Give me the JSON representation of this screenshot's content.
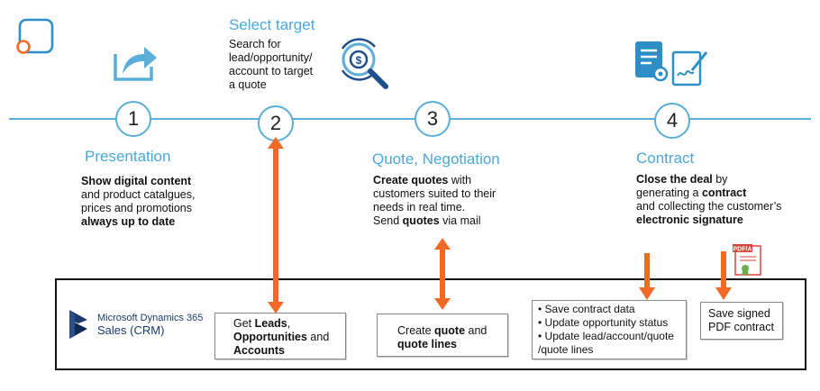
{
  "steps": [
    {
      "number": "1",
      "title": "Presentation",
      "body": [
        {
          "text": "Show digital content",
          "bold": true
        },
        {
          "text": "and product catalgues,",
          "bold": false
        },
        {
          "text": "prices and promotions",
          "bold": false
        },
        {
          "text": "always up to date",
          "bold": true
        }
      ]
    },
    {
      "number": "2",
      "title": "Select target",
      "body": [
        {
          "text": "Search for",
          "bold": false
        },
        {
          "text": "lead/opportunity/",
          "bold": false
        },
        {
          "text": "account to target",
          "bold": false
        },
        {
          "text": "a quote",
          "bold": false
        }
      ]
    },
    {
      "number": "3",
      "title": "Quote, Negotiation",
      "body": [
        {
          "parts": [
            {
              "text": "Create quotes",
              "bold": true
            },
            {
              "text": " with",
              "bold": false
            }
          ]
        },
        {
          "parts": [
            {
              "text": "customers suited to their",
              "bold": false
            }
          ]
        },
        {
          "parts": [
            {
              "text": "needs in real time.",
              "bold": false
            }
          ]
        },
        {
          "parts": [
            {
              "text": "Send ",
              "bold": false
            },
            {
              "text": "quotes",
              "bold": true
            },
            {
              "text": " via mail",
              "bold": false
            }
          ]
        }
      ]
    },
    {
      "number": "4",
      "title": "Contract",
      "body": [
        {
          "parts": [
            {
              "text": "Close the deal",
              "bold": true
            },
            {
              "text": " by",
              "bold": false
            }
          ]
        },
        {
          "parts": [
            {
              "text": "generating a ",
              "bold": false
            },
            {
              "text": "contract",
              "bold": true
            }
          ]
        },
        {
          "parts": [
            {
              "text": "and collecting the customer’s",
              "bold": false
            }
          ]
        },
        {
          "parts": [
            {
              "text": "electronic signature",
              "bold": true
            }
          ]
        }
      ]
    }
  ],
  "crm": {
    "brand": "Microsoft Dynamics 365",
    "product": "Sales (CRM)"
  },
  "notes": {
    "leads": [
      {
        "parts": [
          {
            "text": "Get ",
            "bold": false
          },
          {
            "text": "Leads",
            "bold": true
          },
          {
            "text": ",",
            "bold": false
          }
        ]
      },
      {
        "parts": [
          {
            "text": "Opportunities",
            "bold": true
          },
          {
            "text": " and",
            "bold": false
          }
        ]
      },
      {
        "parts": [
          {
            "text": "Accounts",
            "bold": true
          }
        ]
      }
    ],
    "quote": [
      {
        "parts": [
          {
            "text": "Create ",
            "bold": false
          },
          {
            "text": "quote",
            "bold": true
          },
          {
            "text": " and",
            "bold": false
          }
        ]
      },
      {
        "parts": [
          {
            "text": "quote lines",
            "bold": true
          }
        ]
      }
    ],
    "contract_updates": [
      "• Save contract data",
      "• Update opportunity status",
      "• Update lead/account/quote",
      "/quote lines"
    ],
    "signed": [
      "Save signed",
      "PDF contract"
    ]
  },
  "pdf_badge": "PDF/A",
  "colors": {
    "accent_blue": "#5aaed9",
    "heading_blue": "#4aa8d8",
    "arrow_orange": "#f06a25",
    "logo_orange": "#f26b2a",
    "dynamics_navy": "#1a3a6b"
  },
  "icons": [
    "app-logo-icon",
    "share-icon",
    "target-search-icon",
    "document-settings-icon",
    "signature-icon",
    "pdf-certificate-icon",
    "dynamics-logo-icon"
  ]
}
